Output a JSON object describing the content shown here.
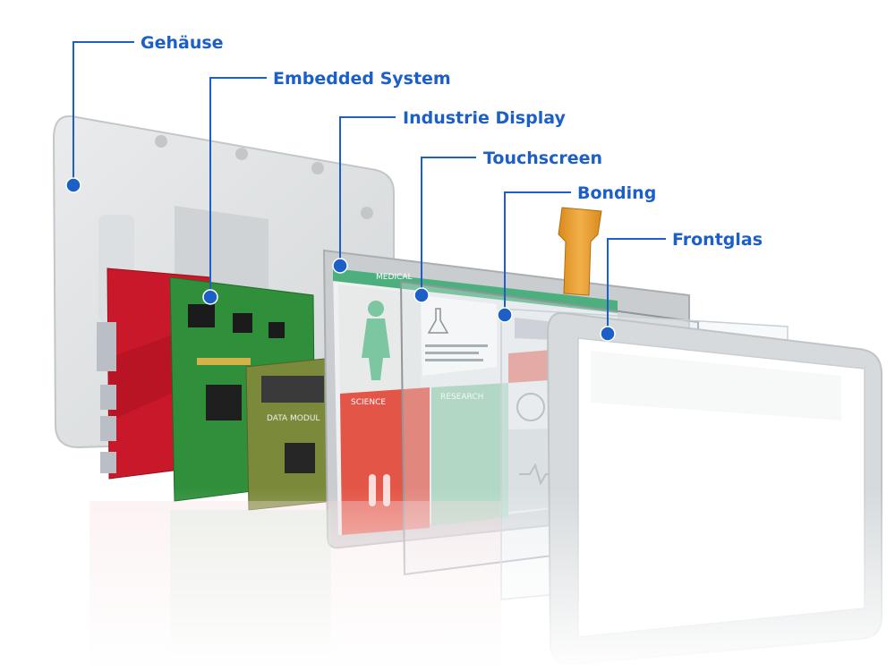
{
  "accent_color": "#1c5fc6",
  "labels": [
    {
      "id": "gehaeuse",
      "text": "Gehäuse"
    },
    {
      "id": "embedded",
      "text": "Embedded System"
    },
    {
      "id": "industrie",
      "text": "Industrie Display"
    },
    {
      "id": "touch",
      "text": "Touchscreen"
    },
    {
      "id": "bonding",
      "text": "Bonding"
    },
    {
      "id": "frontglas",
      "text": "Frontglas"
    }
  ],
  "screen_ui": {
    "header": "MEDICAL",
    "science": "SCIENCE",
    "research": "RESEARCH",
    "module_label": "DATA MODUL"
  }
}
